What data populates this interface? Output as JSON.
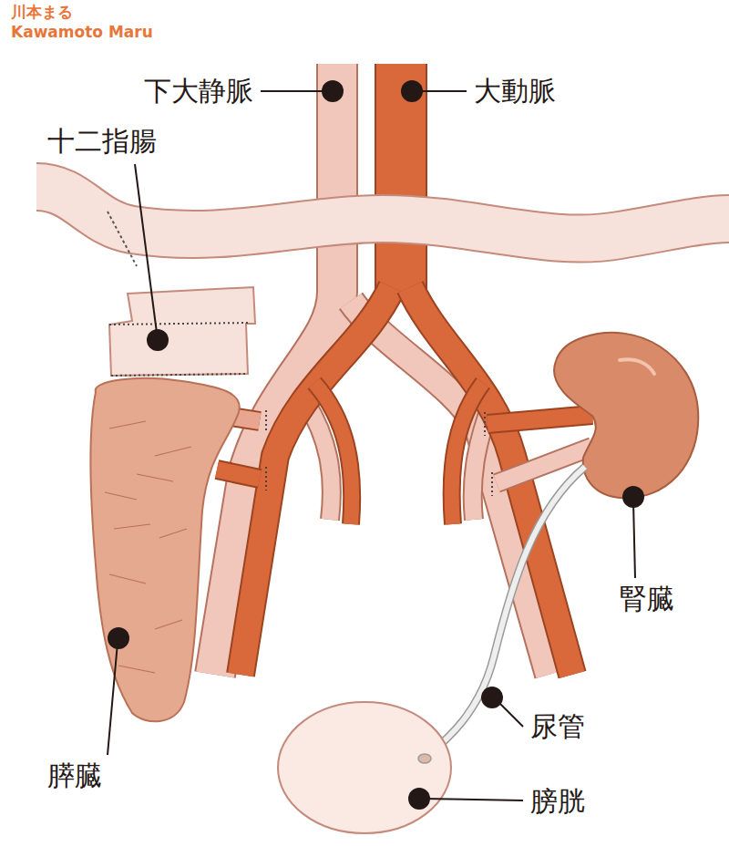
{
  "diagram": {
    "labels": [
      "川本まる",
      "Kawamoto Maru",
      "下大静脈",
      "大動脈",
      "十二指腸",
      "腎臓",
      "尿管",
      "膵臓",
      "膀胱"
    ]
  }
}
